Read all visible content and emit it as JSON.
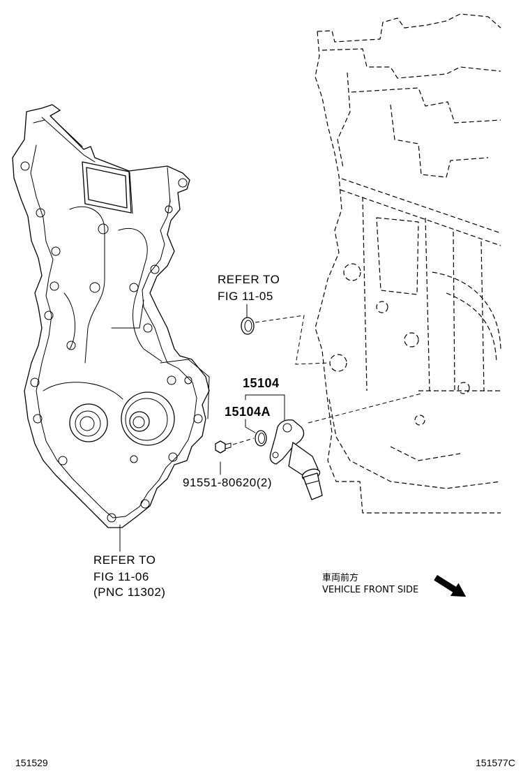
{
  "labels": {
    "refer_fig_11_05": {
      "line1": "REFER TO",
      "line2": "FIG 11-05"
    },
    "part_15104": "15104",
    "part_15104a": "15104A",
    "bolt": "91551-80620(2)",
    "refer_fig_11_06": {
      "line1": "REFER TO",
      "line2": "FIG 11-06",
      "line3": "(PNC 11302)"
    },
    "front_side": {
      "jp": "車両前方",
      "en": "VEHICLE FRONT SIDE"
    }
  },
  "footer": {
    "left": "151529",
    "right": "151577C"
  }
}
